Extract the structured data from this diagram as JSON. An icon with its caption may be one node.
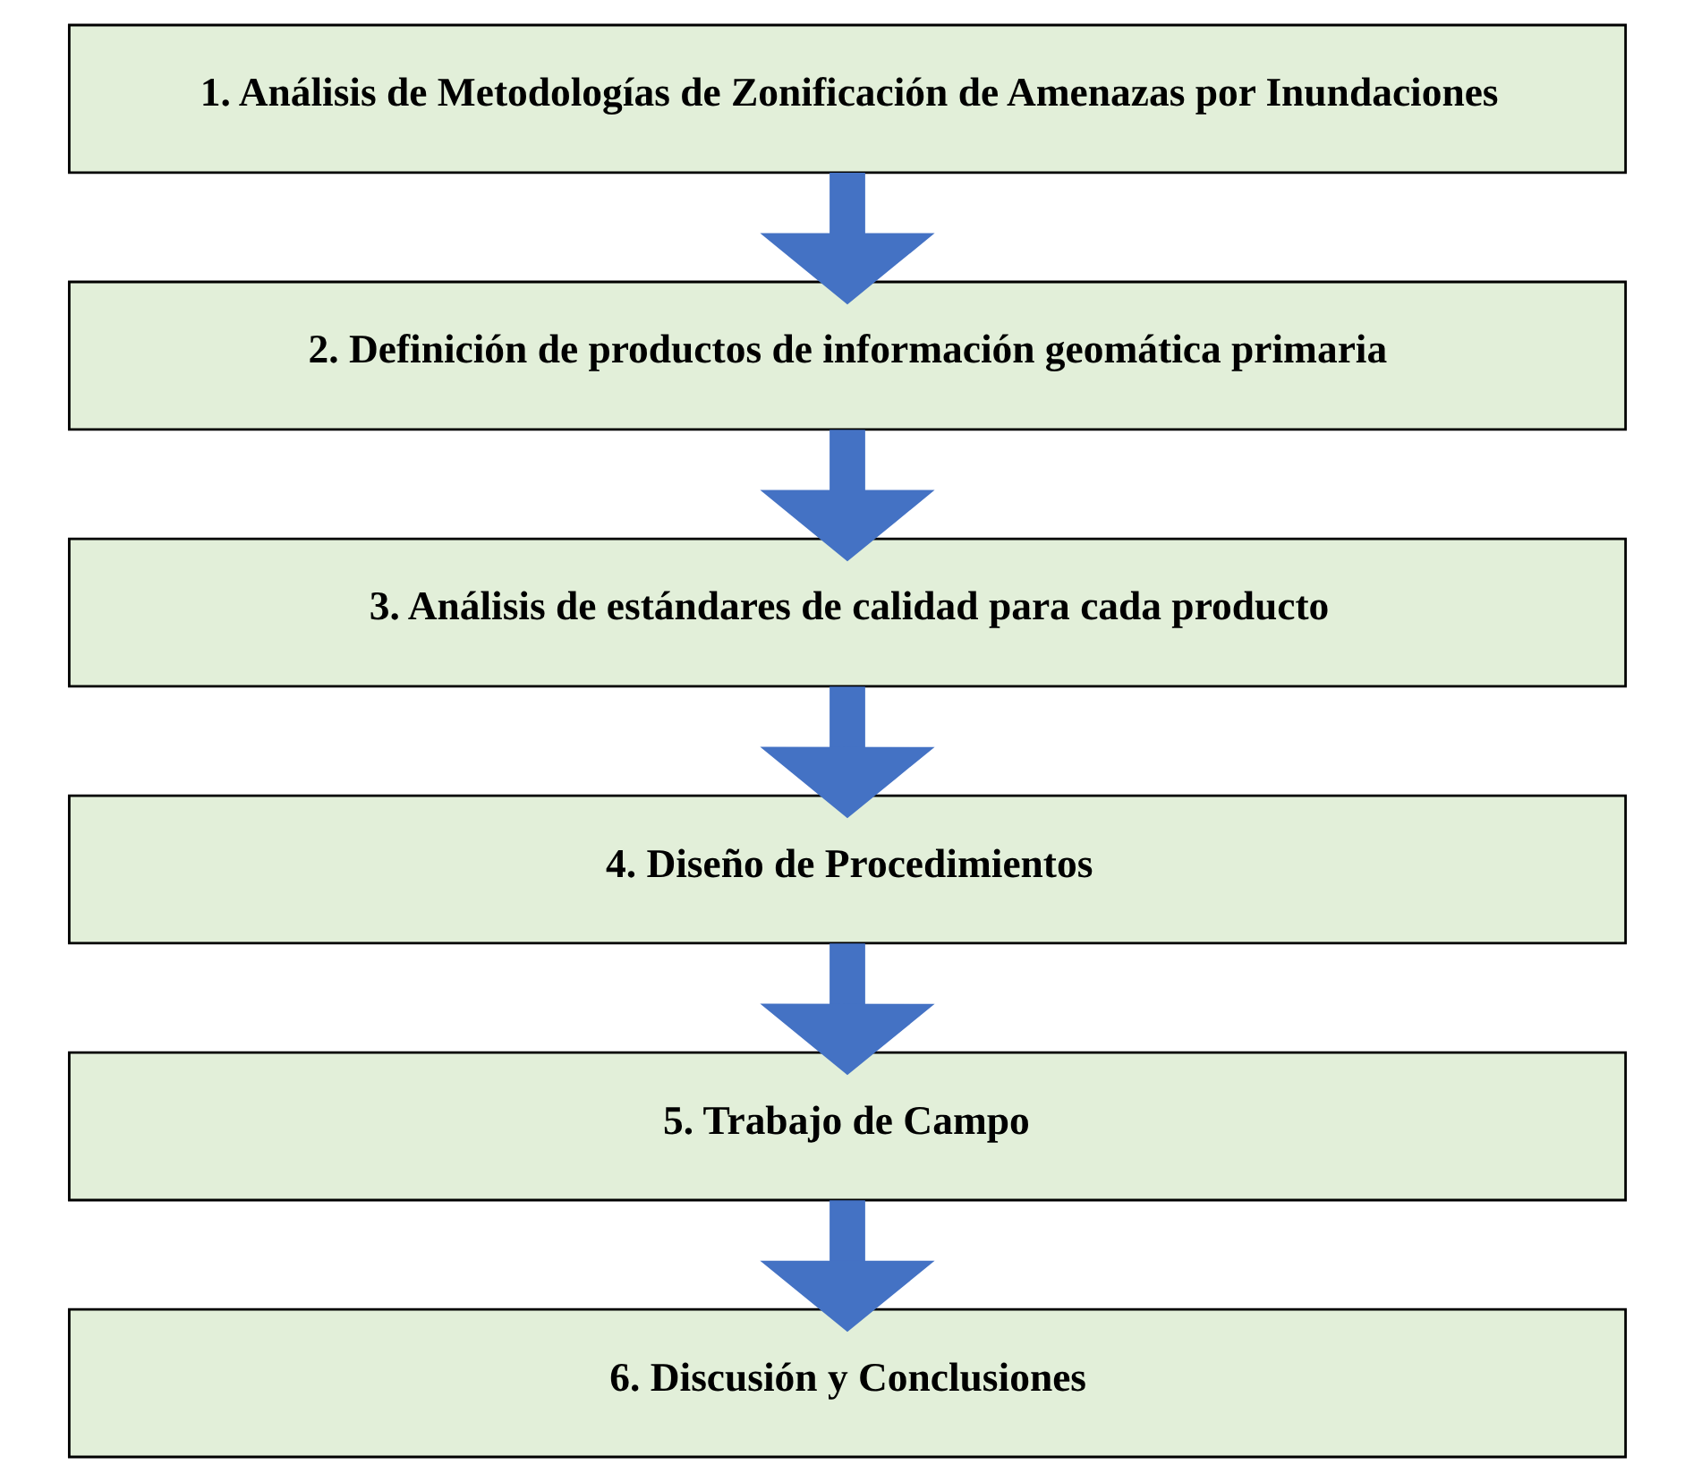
{
  "diagram": {
    "nodes": [
      {
        "text": [
          "1. Análisis de Metodologías de Zonificación de Amenazas por Inundaciones"
        ]
      },
      {
        "text": [
          "2. Definición de productos de información geomática primaria"
        ]
      },
      {
        "text": [
          "3. Análisis de estándares de calidad para cada producto"
        ]
      },
      {
        "text": [
          "4. Diseño de Procedimientos"
        ]
      },
      {
        "text": [
          "5. Trabajo de Campo"
        ]
      },
      {
        "text": [
          "6. Discusión y Conclusiones"
        ]
      }
    ],
    "edges": [
      {
        "from": 0,
        "to": 1,
        "arrow": "to"
      },
      {
        "from": 1,
        "to": 2,
        "arrow": "to"
      },
      {
        "from": 2,
        "to": 3,
        "arrow": "to"
      },
      {
        "from": 3,
        "to": 4,
        "arrow": "to"
      },
      {
        "from": 4,
        "to": 5,
        "arrow": "to"
      }
    ]
  }
}
